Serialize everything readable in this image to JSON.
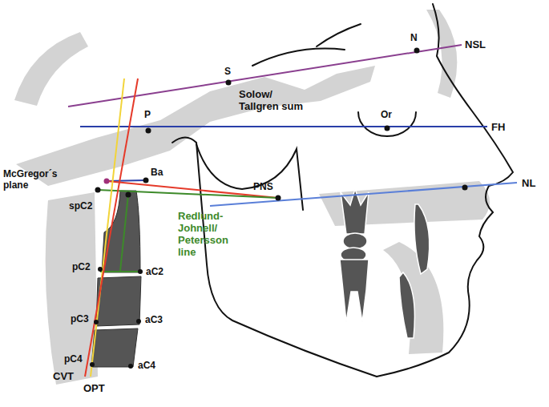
{
  "diagram": {
    "labels": [
      "NSL",
      "N",
      "S",
      "Solow/ Tallgren sum",
      "P",
      "Or",
      "FH",
      "Ba",
      "McGregor´s plane",
      "spC2",
      "PNS",
      "NL",
      "Redlund- Johnell/ Petersson line",
      "pC2",
      "aC2",
      "pC3",
      "aC3",
      "pC4",
      "aC4",
      "CVT",
      "OPT"
    ]
  }
}
